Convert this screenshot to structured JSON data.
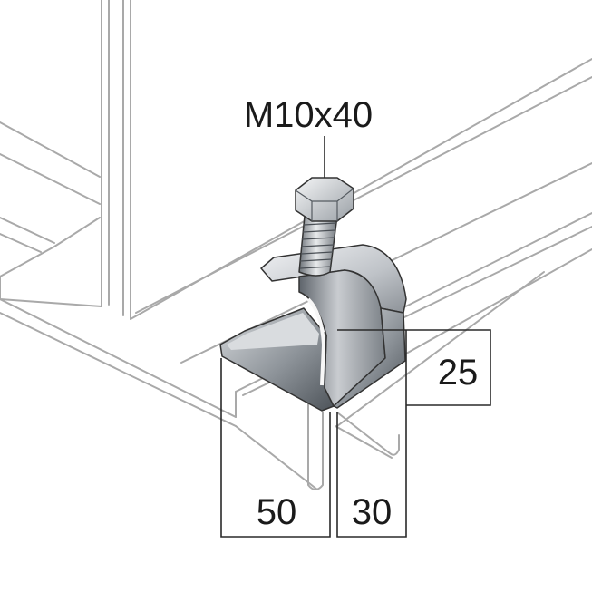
{
  "labels": {
    "bolt": "M10x40",
    "height": "25",
    "width_left": "50",
    "width_right": "30"
  },
  "colors": {
    "outline": "#a9a9a9",
    "dimension": "#2a2a2a",
    "metal_light": "#eef0f2",
    "metal_mid": "#aeb3b8",
    "metal_dark": "#5d6369"
  }
}
